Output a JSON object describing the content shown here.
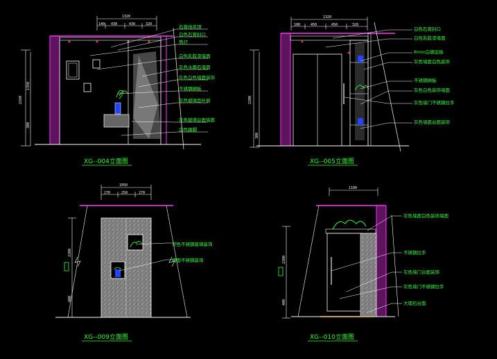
{
  "drawings": [
    {
      "title": "XG--004立面图",
      "top_dim": "1320",
      "sub_dims": [
        "140",
        "430",
        "430",
        "320"
      ],
      "side_dims": [
        "2160",
        "1350",
        "300"
      ],
      "labels": [
        "石膏线吊顶",
        "白色石膏封口",
        "筒灯",
        "白色乳胶漆墙面",
        "灰色水磨石墙面",
        "灰色白色墙面装饰",
        "不锈钢搁板",
        "灰色玻璃百叶窗",
        "灰色玻璃台面墙面",
        "白色踢脚"
      ]
    },
    {
      "title": "XG--005立面图",
      "top_dim": "1320",
      "sub_dims": [
        "100",
        "450",
        "450",
        "320"
      ],
      "side_dims": [
        "2200",
        "300"
      ],
      "labels": [
        "白色石膏封口",
        "白色乳胶漆墙面",
        "8mm白玻层板",
        "灰色墙面白色装饰",
        "不锈钢搁板",
        "灰色白色装饰墙面",
        "灰色墙门不锈钢拉手",
        "灰色墙面台面装饰"
      ]
    },
    {
      "title": "XG--009立面图",
      "top_dim": "1050",
      "sub_dims": [
        "270",
        "250",
        "270"
      ],
      "side_dims": [
        "2200",
        "400"
      ],
      "labels": [
        "灰色不锈钢玻璃装饰",
        "墙面不锈钢装饰"
      ]
    },
    {
      "title": "XG--010立面图",
      "top_dim": "1100",
      "sub_dims": [],
      "side_dims": [
        "2200",
        "400"
      ],
      "labels": [
        "灰色墙面白色装饰墙面",
        "不锈钢拉手",
        "灰色墙门台面装饰",
        "灰色墙门不锈钢拉手",
        "大理石台面"
      ]
    }
  ]
}
